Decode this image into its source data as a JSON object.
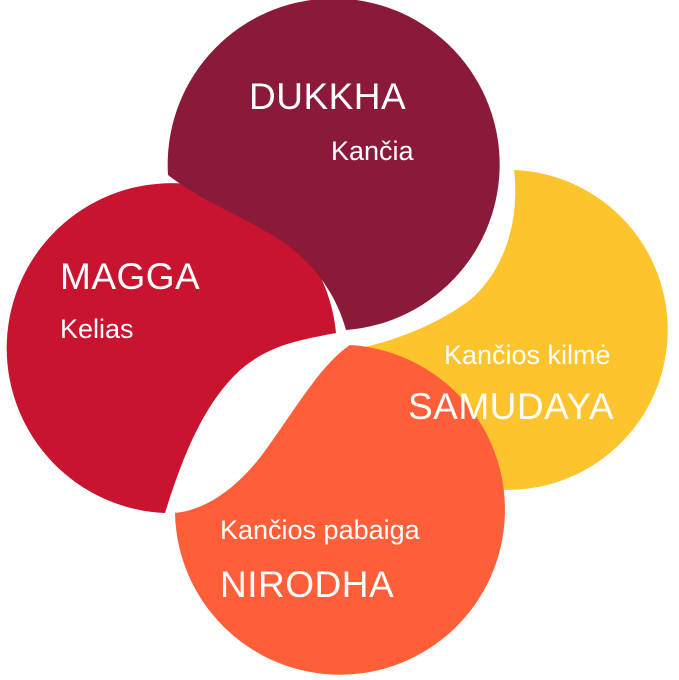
{
  "diagram": {
    "dukkha": {
      "title": "DUKKHA",
      "subtitle": "Kančia",
      "color": "#8B1A3A"
    },
    "magga": {
      "title": "MAGGA",
      "subtitle": "Kelias",
      "color": "#C8142F"
    },
    "samudaya": {
      "title": "SAMUDAYA",
      "subtitle": "Kančios kilmė",
      "color": "#FDC42E"
    },
    "nirodha": {
      "title": "NIRODHA",
      "subtitle": "Kančios pabaiga",
      "color": "#FF5F38"
    }
  }
}
